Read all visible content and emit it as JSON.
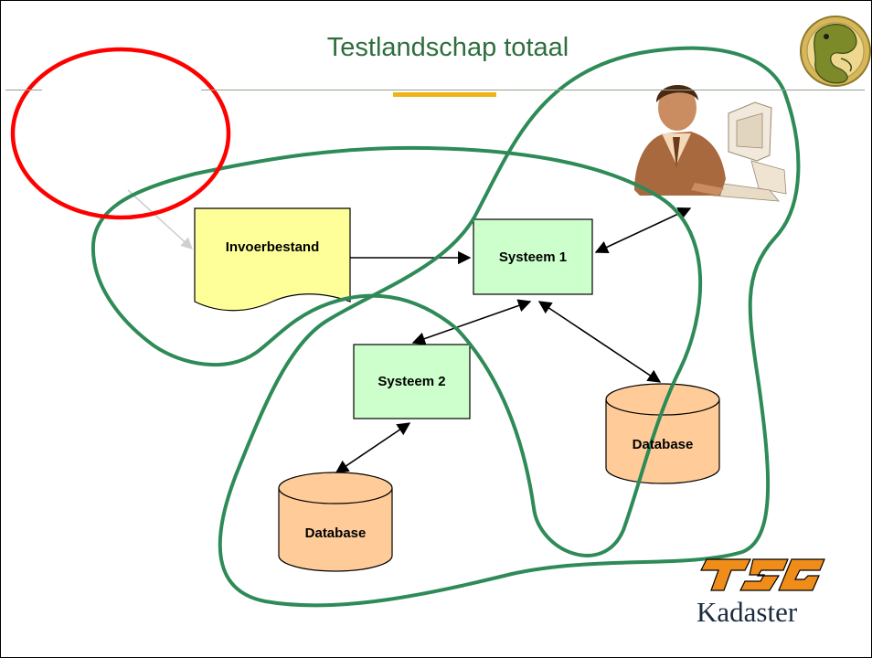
{
  "slide": {
    "title": "Testlandschap totaal"
  },
  "nodes": {
    "input_file": {
      "label": "Invoerbestand"
    },
    "system1": {
      "label": "Systeem 1"
    },
    "system2": {
      "label": "Systeem 2"
    },
    "database_right": {
      "label": "Database"
    },
    "database_left": {
      "label": "Database"
    }
  },
  "footer": {
    "brand": "Kadaster"
  },
  "colors": {
    "title": "#2e6e3e",
    "system_fill": "#ccffcc",
    "document_fill": "#ffff99",
    "database_fill": "#ffcc99",
    "green_outline": "#2e8b57",
    "red_circle": "#ff0000",
    "accent_bar": "#f0b418"
  }
}
